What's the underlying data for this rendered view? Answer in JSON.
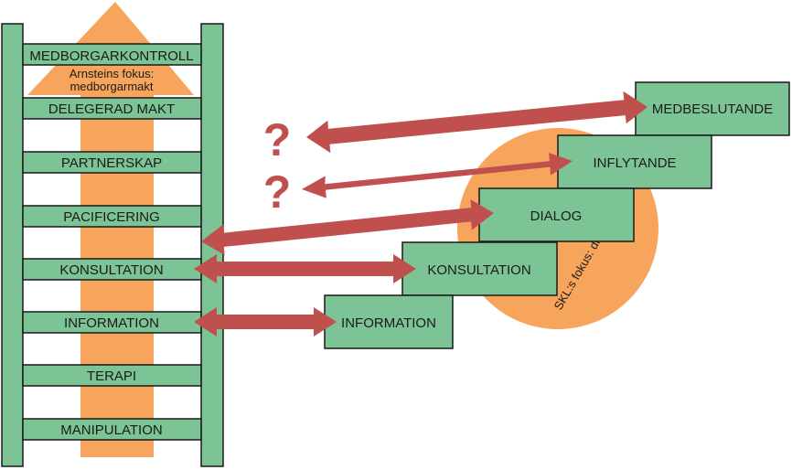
{
  "colors": {
    "ladder_green": "#7cc496",
    "outline": "#1a1a1a",
    "orange": "#f7a55c",
    "arrow_red": "#c0504d"
  },
  "ladder": {
    "rungs": [
      {
        "label": "MEDBORGARKONTROLL"
      },
      {
        "label": "DELEGERAD MAKT"
      },
      {
        "label": "PARTNERSKAP"
      },
      {
        "label": "PACIFICERING"
      },
      {
        "label": "KONSULTATION"
      },
      {
        "label": "INFORMATION"
      },
      {
        "label": "TERAPI"
      },
      {
        "label": "MANIPULATION"
      }
    ],
    "focus_line1": "Arnsteins fokus:",
    "focus_line2": "medborgarmakt"
  },
  "stairs": {
    "steps": [
      {
        "label": "MEDBESLUTANDE"
      },
      {
        "label": "INFLYTANDE"
      },
      {
        "label": "DIALOG"
      },
      {
        "label": "KONSULTATION"
      },
      {
        "label": "INFORMATION"
      }
    ],
    "focus_label": "SKL:s fokus: dialog"
  },
  "question_marks": [
    "?",
    "?"
  ]
}
